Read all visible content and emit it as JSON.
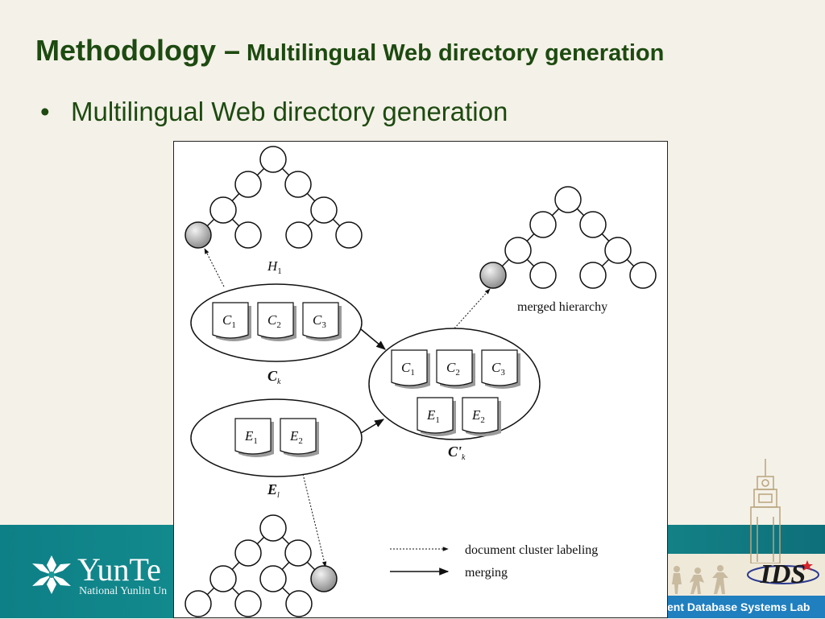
{
  "slide": {
    "title_main": "Methodology –",
    "title_sub": " Multilingual Web directory generation",
    "bullet": "Multilingual Web directory generation"
  },
  "diagram": {
    "h1_label": "H",
    "h1_sub": "1",
    "merged_label": "merged hierarchy",
    "ck_label": "C",
    "ck_sub": "k",
    "el_label": "E",
    "el_sub": "l",
    "ckp_label": "C'",
    "ckp_sub": "k",
    "docs_ck": [
      {
        "letter": "C",
        "sub": "1"
      },
      {
        "letter": "C",
        "sub": "2"
      },
      {
        "letter": "C",
        "sub": "3"
      }
    ],
    "docs_el": [
      {
        "letter": "E",
        "sub": "1"
      },
      {
        "letter": "E",
        "sub": "2"
      }
    ],
    "docs_merged_top": [
      {
        "letter": "C",
        "sub": "1"
      },
      {
        "letter": "C",
        "sub": "2"
      },
      {
        "letter": "C",
        "sub": "3"
      }
    ],
    "docs_merged_bottom": [
      {
        "letter": "E",
        "sub": "1"
      },
      {
        "letter": "E",
        "sub": "2"
      }
    ],
    "legend_labeling": "document cluster labeling",
    "legend_merging": "merging"
  },
  "footer": {
    "logo_text": "YunTe",
    "logo_sub": "National Yunlin Un",
    "lab_text": "ent Database Systems Lab",
    "ids_logo": "IDS"
  },
  "colors": {
    "title": "#1d4a10",
    "band": "#1a9a97",
    "lab_bar": "#1f7fbf"
  }
}
